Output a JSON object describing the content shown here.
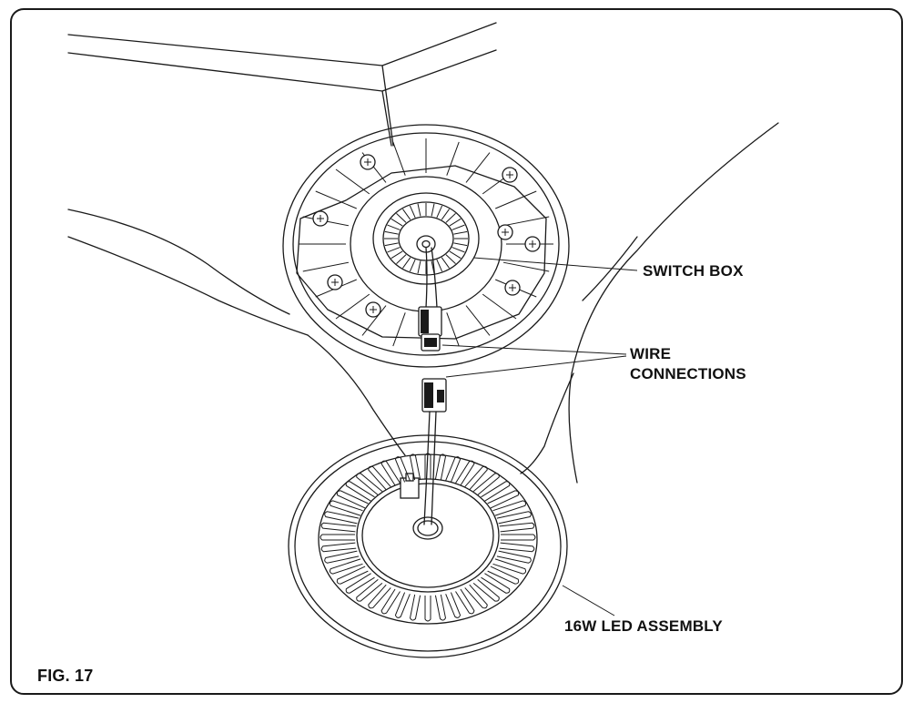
{
  "labels": {
    "switch_box": "SWITCH BOX",
    "wire_line1": "WIRE",
    "wire_line2": "CONNECTIONS",
    "led_assembly": "16W LED ASSEMBLY",
    "figure": "FIG. 17"
  },
  "colors": {
    "ink": "#1a1a1a",
    "background": "#ffffff"
  }
}
